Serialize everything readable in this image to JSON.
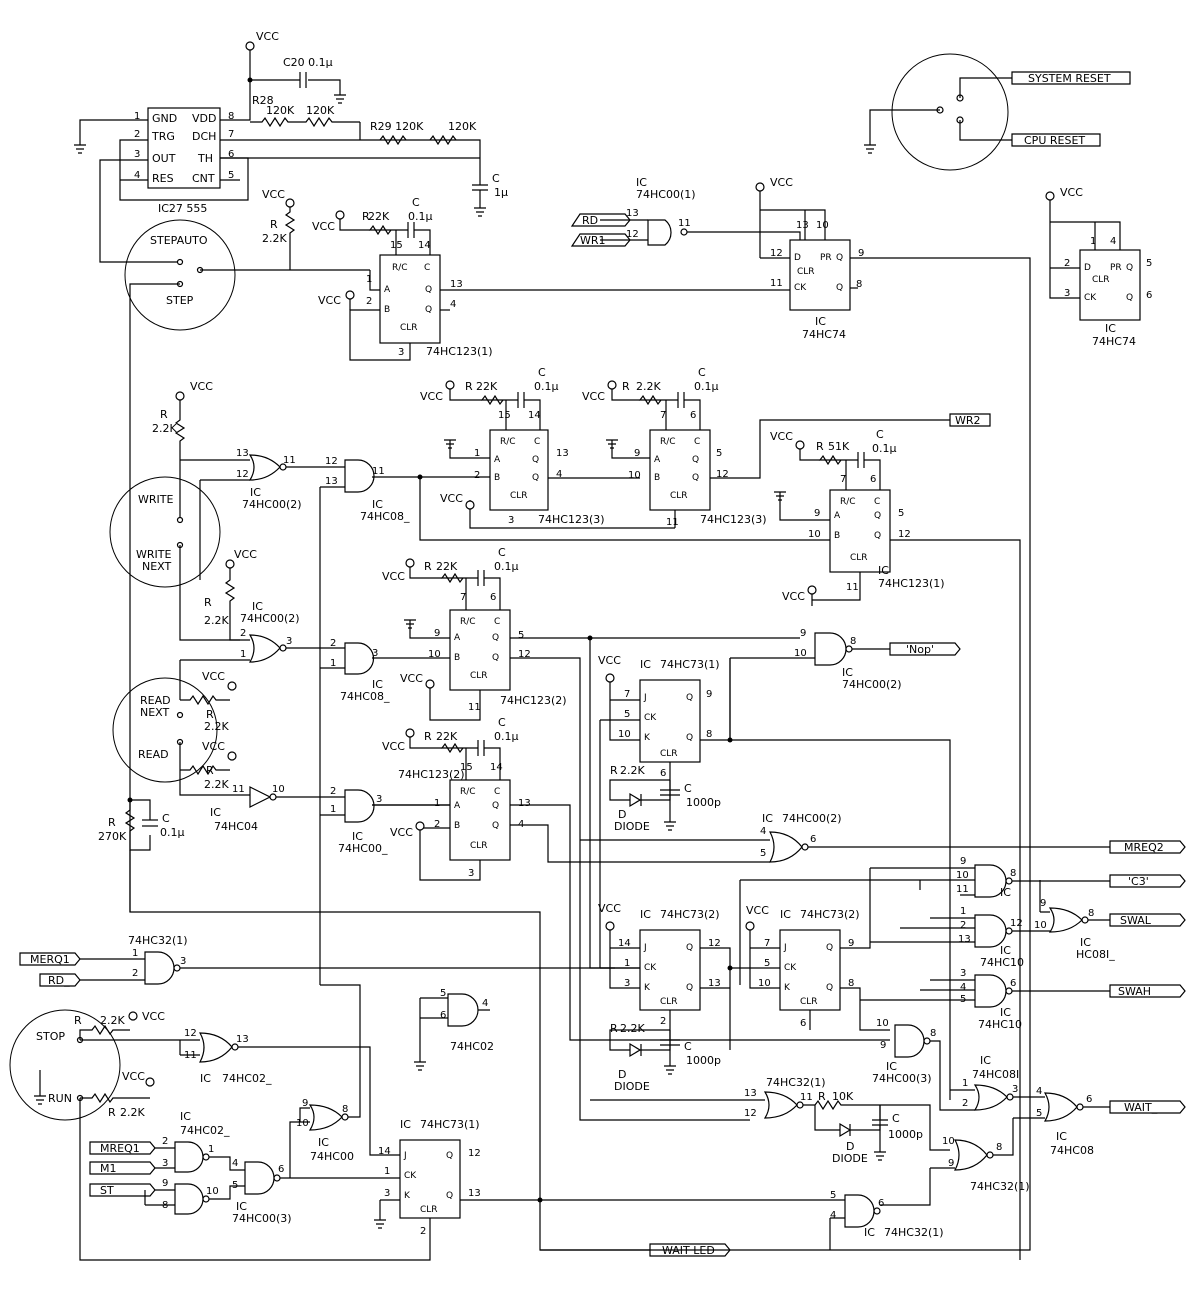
{
  "labels": {
    "vcc": "VCC",
    "c20": "C20 0.1μ",
    "r28": "R28",
    "r120k": "120K",
    "r29": "R29 120K",
    "cap_c": "C",
    "cap_1u": "1μ",
    "cap_01u": "0.1μ",
    "ic27": "IC27 555",
    "r": "R",
    "r22k": "22K",
    "r2_2k": "2.2K",
    "r51k": "51K",
    "r270k": "270K",
    "r10k": "10K",
    "c1000p": "1000p",
    "diode_d": "D",
    "diode": "DIODE",
    "ic": "IC",
    "ic74hc00_1": "74HC00(1)",
    "ic74hc74": "74HC74",
    "ic74hc123_1": "74HC123(1)",
    "ic74hc123_2": "74HC123(2)",
    "ic74hc123_3": "74HC123(3)",
    "ic74hc00_2": "74HC00(2)",
    "ic74hc00_3": "74HC00(3)",
    "ic74hc08": "74HC08_",
    "ic74hc08b": "74HC08",
    "ic74hc08i": "74HC08I",
    "hc08i": "HC08I_",
    "ic74hc00u": "74HC00_",
    "ic74hc00": "74HC00",
    "ic74hc04": "74HC04",
    "ic74hc73_1": "74HC73(1)",
    "ic74hc73_2": "74HC73(2)",
    "ic74hc10": "74HC10",
    "ic74hc32_1": "74HC32(1)",
    "ic74hc02": "74HC02",
    "ic74hc02u": "74HC02_",
    "ic74hc02u2": "74HC02_",
    "gnd": "GND",
    "trg": "TRG",
    "out": "OUT",
    "res": "RES",
    "vdd": "VDD",
    "dch": "DCH",
    "th": "TH",
    "cnt": "CNT",
    "stepauto": "STEPAUTO",
    "step": "STEP",
    "write": "WRITE",
    "write_next": "WRITE\nNEXT",
    "read_next": "READ\nNEXT",
    "read": "READ",
    "stop": "STOP",
    "run": "RUN",
    "sig_system_reset": "SYSTEM RESET",
    "sig_cpu_reset": "CPU RESET",
    "sig_rd": "RD",
    "sig_wr1": "WR1",
    "sig_wr2": "WR2",
    "sig_nop": "'Nop'",
    "sig_mreq2": "MREQ2",
    "sig_c3": "'C3'",
    "sig_swal": "SWAL",
    "sig_swah": "SWAH",
    "sig_wait": "WAIT_",
    "sig_mreq1": "MERQ1",
    "sig_rd_": "RD_",
    "sig_mreq1b": "MREQ1",
    "sig_m1": "M1",
    "sig_st": "ST",
    "sig_wait_led": "WAIT LED"
  }
}
